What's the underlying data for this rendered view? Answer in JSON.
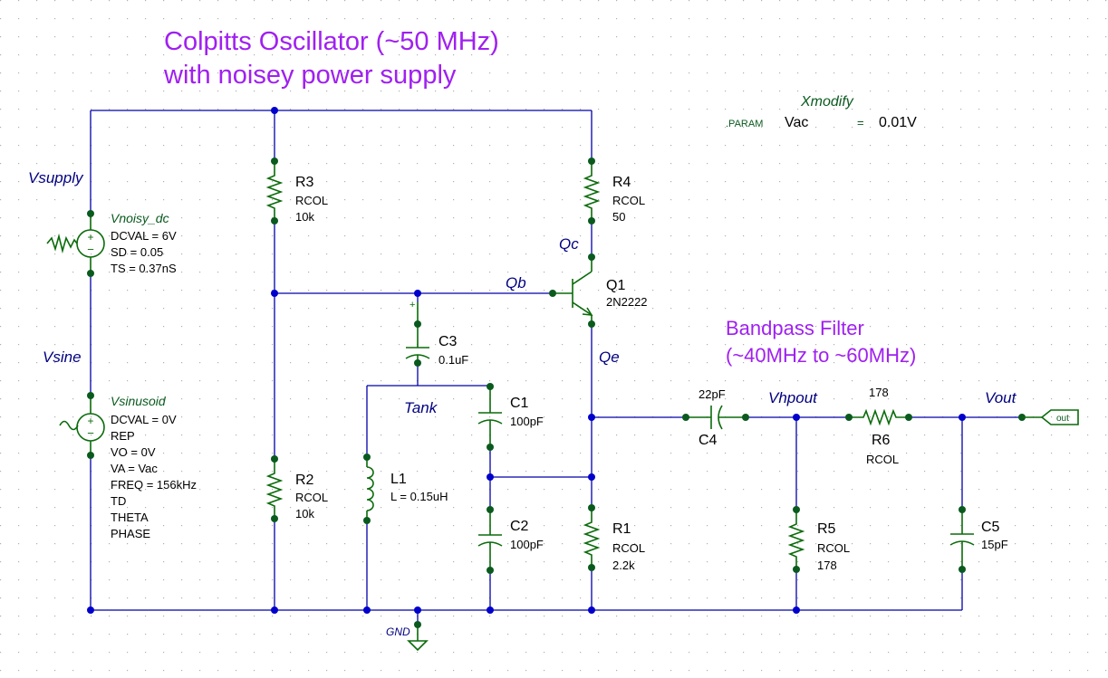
{
  "title": {
    "line1": "Colpitts Oscillator (~50 MHz)",
    "line2": "with noisey power supply"
  },
  "filter_label": {
    "line1": "Bandpass Filter",
    "line2": "(~40MHz to ~60MHz)"
  },
  "param_block": {
    "header": "Xmodify",
    "keyword": ".PARAM",
    "name": "Vac",
    "equals": "=",
    "value": "0.01V"
  },
  "nets": {
    "vsupply": "Vsupply",
    "vsine": "Vsine",
    "qb": "Qb",
    "qc": "Qc",
    "qe": "Qe",
    "tank": "Tank",
    "vhpout": "Vhpout",
    "vout": "Vout",
    "gnd": "GND"
  },
  "sources": {
    "noisy": {
      "name": "Vnoisy_dc",
      "params": [
        "DCVAL = 6V",
        "SD = 0.05",
        "TS = 0.37nS"
      ]
    },
    "sinusoid": {
      "name": "Vsinusoid",
      "params": [
        "DCVAL = 0V",
        "REP",
        "VO = 0V",
        "VA = Vac",
        "FREQ = 156kHz",
        "TD",
        "THETA",
        "PHASE"
      ]
    }
  },
  "components": {
    "R3": {
      "ref": "R3",
      "model": "RCOL",
      "value": "10k"
    },
    "R4": {
      "ref": "R4",
      "model": "RCOL",
      "value": "50"
    },
    "R2": {
      "ref": "R2",
      "model": "RCOL",
      "value": "10k"
    },
    "R1": {
      "ref": "R1",
      "model": "RCOL",
      "value": "2.2k"
    },
    "R5": {
      "ref": "R5",
      "model": "RCOL",
      "value": "178"
    },
    "R6": {
      "ref": "R6",
      "model": "RCOL",
      "value": "178"
    },
    "Q1": {
      "ref": "Q1",
      "model": "2N2222"
    },
    "C1": {
      "ref": "C1",
      "value": "100pF"
    },
    "C2": {
      "ref": "C2",
      "value": "100pF"
    },
    "C3": {
      "ref": "C3",
      "value": "0.1uF"
    },
    "C4": {
      "ref": "C4",
      "value": "22pF"
    },
    "C5": {
      "ref": "C5",
      "value": "15pF"
    },
    "L1": {
      "ref": "L1",
      "value": "L = 0.15uH"
    }
  },
  "port": {
    "label": "out"
  },
  "colors": {
    "wire": "#0000aa",
    "component": "#0a6b0a",
    "title": "#a020f0",
    "net_label": "#000080"
  }
}
